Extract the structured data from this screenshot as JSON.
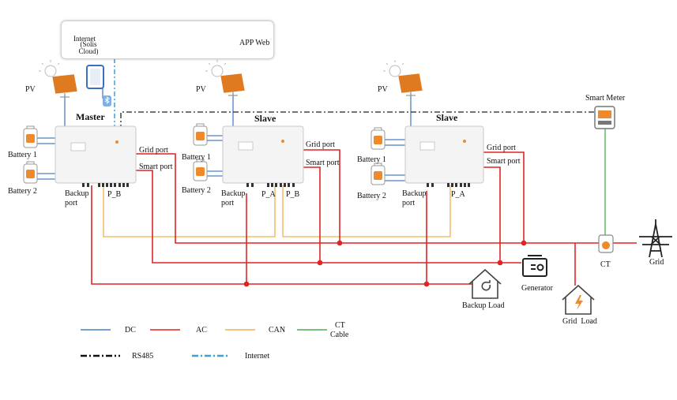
{
  "cloud": {
    "internet_label": "Internet",
    "solis_cloud_label": "(Solis Cloud)",
    "app_web_label": "APP Web"
  },
  "units": [
    {
      "role": "Master",
      "pv": "PV",
      "battery1": "Battery 1",
      "battery2": "Battery 2",
      "backup": "Backup port",
      "p_a": "",
      "p_b": "P_B",
      "grid": "Grid port",
      "smart": "Smart port"
    },
    {
      "role": "Slave",
      "pv": "PV",
      "battery1": "Battery 1",
      "battery2": "Battery 2",
      "backup": "Backup port",
      "p_a": "P_A",
      "p_b": "P_B",
      "grid": "Grid port",
      "smart": "Smart port"
    },
    {
      "role": "Slave",
      "pv": "PV",
      "battery1": "Battery 1",
      "battery2": "Battery 2",
      "backup": "Backup port",
      "p_a": "P_A",
      "p_b": "",
      "grid": "Grid port",
      "smart": "Smart port"
    }
  ],
  "smart_meter": "Smart Meter",
  "ct": "CT",
  "grid": "Grid",
  "generator": "Generator",
  "backup_load": "Backup Load",
  "grid_load": "Grid  Load",
  "legend": {
    "dc": "DC",
    "ac": "AC",
    "can": "CAN",
    "ct_cable_1": "CT",
    "ct_cable_2": "Cable",
    "rs485": "RS485",
    "internet": "Internet"
  },
  "colors": {
    "dc": "#4a7fc1",
    "ac": "#e02424",
    "can": "#f0b050",
    "ct": "#4caf50",
    "rs485": "#111111",
    "internet": "#3fa0d8",
    "battery": "#ee8a2a"
  }
}
